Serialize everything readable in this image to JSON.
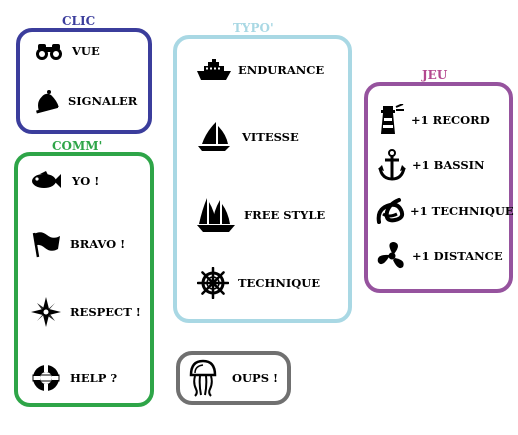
{
  "colors": {
    "clic": "#3b3d9c",
    "comm": "#2ea548",
    "typo": "#a9d8e4",
    "jeu": "#96539e",
    "oups": "#707070",
    "jeu_title": "#b4488f",
    "text": "#000000"
  },
  "clic": {
    "title": "CLIC",
    "items": [
      {
        "label": "VUE",
        "icon": "binoculars-icon"
      },
      {
        "label": "SIGNALER",
        "icon": "bell-icon"
      }
    ]
  },
  "comm": {
    "title": "COMM'",
    "items": [
      {
        "label": "YO !",
        "icon": "fish-icon"
      },
      {
        "label": "BRAVO  !",
        "icon": "flag-icon"
      },
      {
        "label": "RESPECT !",
        "icon": "compass-rose-icon"
      },
      {
        "label": "HELP ?",
        "icon": "lifebuoy-icon"
      }
    ]
  },
  "typo": {
    "title": "TYPO'",
    "items": [
      {
        "label": "ENDURANCE",
        "icon": "cruise-ship-icon"
      },
      {
        "label": "VITESSE",
        "icon": "sailboat-icon"
      },
      {
        "label": "FREE STYLE",
        "icon": "tall-ship-icon"
      },
      {
        "label": "TECHNIQUE",
        "icon": "ship-wheel-icon"
      }
    ]
  },
  "jeu": {
    "title": "JEU",
    "items": [
      {
        "label": "+1 RECORD",
        "icon": "lighthouse-icon"
      },
      {
        "label": "+1 BASSIN",
        "icon": "anchor-icon"
      },
      {
        "label": "+1 TECHNIQUE",
        "icon": "rope-knot-icon"
      },
      {
        "label": "+1 DISTANCE",
        "icon": "propeller-icon"
      }
    ]
  },
  "oups": {
    "label": "OUPS !",
    "icon": "jellyfish-icon"
  }
}
